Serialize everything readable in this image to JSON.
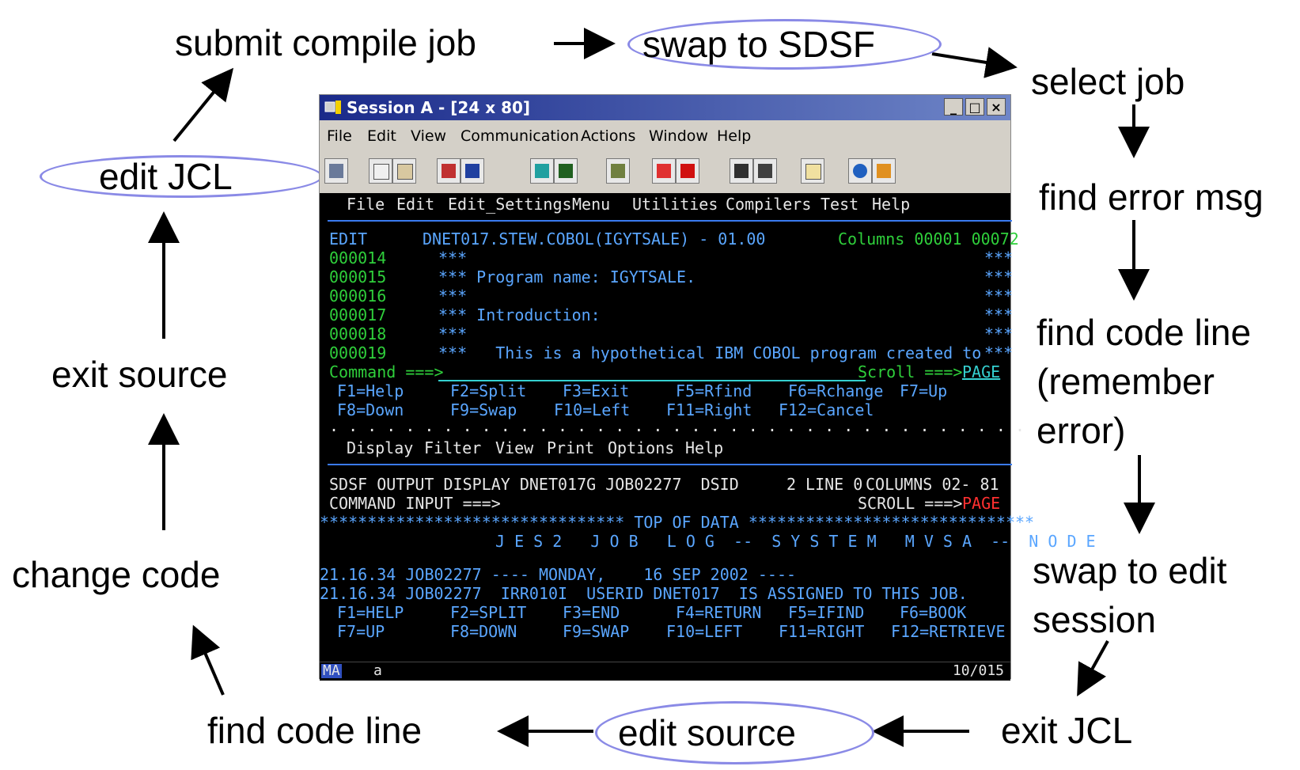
{
  "labels": {
    "submit_compile_job": "submit compile job",
    "swap_to_sdsf": "swap to SDSF",
    "select_job": "select job",
    "find_error_msg": "find error msg",
    "find_code_line_1": "find code line",
    "remember_1": "(remember",
    "remember_2": "error)",
    "swap_to_edit_1": "swap to edit",
    "swap_to_edit_2": "session",
    "exit_jcl": "exit JCL",
    "edit_source": "edit source",
    "find_code_line_2": "find code line",
    "change_code": "change code",
    "exit_source": "exit source",
    "edit_jcl": "edit JCL"
  },
  "colors": {
    "oval": "#8a8ae6",
    "terminal_bg": "#000000",
    "terminal_green": "#2fcf3b",
    "terminal_red": "#ff3030",
    "terminal_blue": "#5aa6ff"
  },
  "window": {
    "title": "Session A - [24 x 80]",
    "minimize": "_",
    "maximize": "□",
    "close": "×",
    "menu": [
      "File",
      "Edit",
      "View",
      "Communication",
      "Actions",
      "Window",
      "Help"
    ],
    "toolbar_icons": [
      "host-icon",
      "copy-icon",
      "paste-icon",
      "send-icon",
      "receive-icon",
      "display-icon",
      "display2-icon",
      "chart-icon",
      "macro-play-icon",
      "macro-stop-icon",
      "macro-rec-icon",
      "macro-edit-icon",
      "clipboard-icon",
      "globe-icon",
      "key-icon"
    ]
  },
  "terminal": {
    "ispf_menu": [
      "File",
      "Edit",
      "Edit_Settings",
      "Menu",
      "Utilities",
      "Compilers",
      "Test",
      "Help"
    ],
    "edit_label": "EDIT",
    "dataset": "DNET017.STEW.COBOL(IGYTSALE) - 01.00",
    "columns": "Columns 00001 00072",
    "lines": [
      {
        "num": "000014",
        "text": "***"
      },
      {
        "num": "000015",
        "text": "*** Program name: IGYTSALE."
      },
      {
        "num": "000016",
        "text": "***"
      },
      {
        "num": "000017",
        "text": "*** Introduction:"
      },
      {
        "num": "000018",
        "text": "***"
      },
      {
        "num": "000019",
        "text": "***   This is a hypothetical IBM COBOL program created to"
      }
    ],
    "line_end": "***",
    "command_label": "Command ===>",
    "scroll_label": "Scroll ===>",
    "scroll_value": "PAGE",
    "pf_row1": [
      "F1=Help",
      "F2=Split",
      "F3=Exit",
      "F5=Rfind",
      "F6=Rchange",
      "F7=Up"
    ],
    "pf_row2": [
      "F8=Down",
      "F9=Swap",
      "F10=Left",
      "F11=Right",
      "F12=Cancel"
    ],
    "dots": ". . . . . . . . . . . . . . . . . . . . . . . . . . . . . . . . . . . . .",
    "sdsf_menu": [
      "Display",
      "Filter",
      "View",
      "Print",
      "Options",
      "Help"
    ],
    "sdsf_header": "SDSF OUTPUT DISPLAY DNET017G JOB02277  DSID     2 LINE 0",
    "sdsf_columns": "COLUMNS 02- 81",
    "sdsf_command": "COMMAND INPUT ===>",
    "sdsf_scroll_label": "SCROLL ===>",
    "sdsf_scroll_value": "PAGE",
    "top_of_data": "******************************** TOP OF DATA ******************************",
    "jes_banner": "J E S 2   J O B   L O G  --  S Y S T E M   M V S A  --  N O D E",
    "log_line1": "21.16.34 JOB02277 ---- MONDAY,    16 SEP 2002 ----",
    "log_line2": "21.16.34 JOB02277  IRR010I  USERID DNET017  IS ASSIGNED TO THIS JOB.",
    "pf2_row1": [
      "F1=HELP",
      "F2=SPLIT",
      "F3=END",
      "F4=RETURN",
      "F5=IFIND",
      "F6=BOOK"
    ],
    "pf2_row2": [
      "F7=UP",
      "F8=DOWN",
      "F9=SWAP",
      "F10=LEFT",
      "F11=RIGHT",
      "F12=RETRIEVE"
    ],
    "status_left": "MA",
    "status_mid": "a",
    "status_right": "10/015"
  }
}
